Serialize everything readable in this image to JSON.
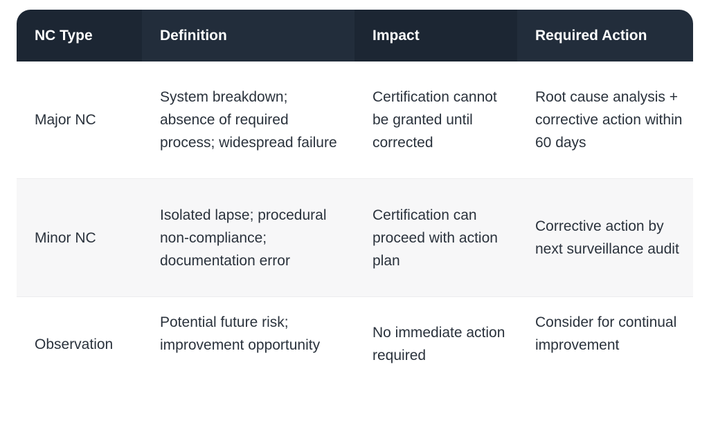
{
  "table": {
    "headers": [
      "NC Type",
      "Definition",
      "Impact",
      "Required Action"
    ],
    "rows": [
      {
        "type": "Major NC",
        "definition": "System breakdown; absence of required process; widespread failure",
        "impact": "Certification cannot be granted until corrected",
        "action": "Root cause analysis + corrective action within 60 days"
      },
      {
        "type": "Minor NC",
        "definition": "Isolated lapse; procedural non-compliance; documentation error",
        "impact": "Certification can proceed with action plan",
        "action": "Corrective action by next surveillance audit"
      },
      {
        "type": "Observation",
        "definition": "Potential future risk; improvement opportunity",
        "impact": "No immediate action required",
        "action": "Consider for continual improvement"
      }
    ]
  }
}
